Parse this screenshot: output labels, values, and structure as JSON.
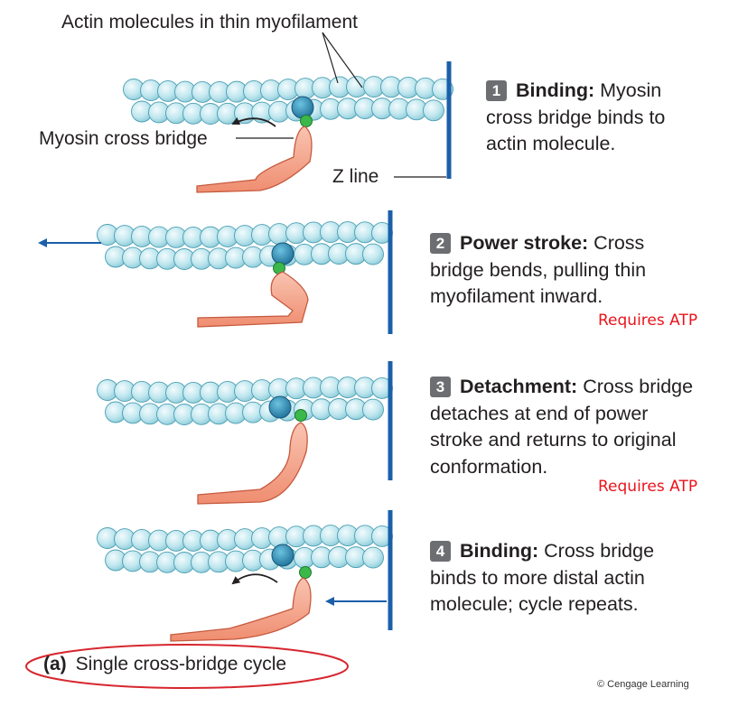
{
  "labels": {
    "actin": "Actin molecules in thin myofilament",
    "myosin": "Myosin cross bridge",
    "zline": "Z line"
  },
  "steps": [
    {
      "num": "1",
      "head": "Binding:",
      "text": " Myosin cross bridge binds to actin molecule.",
      "atp": ""
    },
    {
      "num": "2",
      "head": "Power stroke:",
      "text": " Cross bridge bends, pulling thin myofilament inward.",
      "atp": "Requires ATP"
    },
    {
      "num": "3",
      "head": "Detachment:",
      "text": " Cross bridge detaches at end of power stroke and returns to original conformation.",
      "atp": "Requires ATP"
    },
    {
      "num": "4",
      "head": "Binding:",
      "text": " Cross bridge binds to more distal actin molecule; cycle repeats.",
      "atp": ""
    }
  ],
  "caption": {
    "letter": "(a)",
    "text": "Single cross-bridge cycle"
  },
  "copyright": "© Cengage Learning",
  "colors": {
    "actin_fill": "#bfe6ee",
    "actin_stroke": "#4a9fb3",
    "myosin_head": "#2b8db4",
    "myosin_body": "#f4a58a",
    "binding_site": "#3cb84a",
    "zline": "#1b5faa",
    "arrow": "#1b5faa",
    "atp_text": "#e8141c",
    "caption_oval": "#d7262e"
  }
}
